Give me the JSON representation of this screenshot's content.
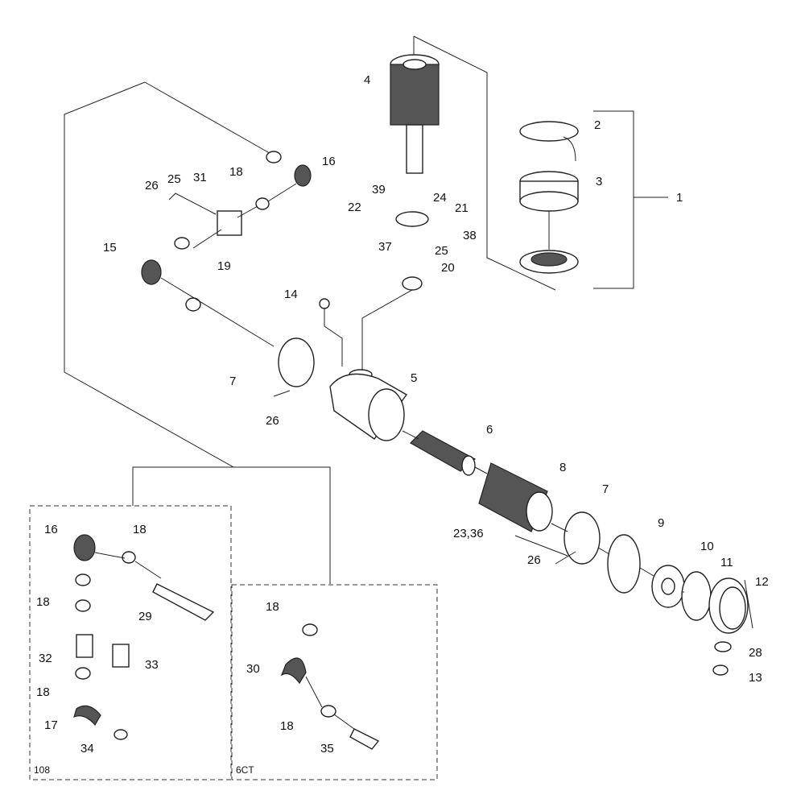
{
  "diagram": {
    "part_labels": {
      "p1": "1",
      "p2": "2",
      "p3": "3",
      "p4": "4",
      "p5": "5",
      "p6": "6",
      "p7a": "7",
      "p7b": "7",
      "p8": "8",
      "p9": "9",
      "p10": "10",
      "p11": "11",
      "p12": "12",
      "p13": "13",
      "p14": "14",
      "p15": "15",
      "p16a": "16",
      "p16b": "16",
      "p17": "17",
      "p18a": "18",
      "p18b": "18",
      "p18c": "18",
      "p18d": "18",
      "p18e": "18",
      "p18f": "18",
      "p19": "19",
      "p20": "20",
      "p21": "21",
      "p22": "22",
      "p2336": "23,36",
      "p24": "24",
      "p25a": "25",
      "p25b": "25",
      "p26a": "26",
      "p26b": "26",
      "p26c": "26",
      "p28": "28",
      "p29": "29",
      "p30": "30",
      "p31": "31",
      "p32": "32",
      "p33": "33",
      "p34": "34",
      "p35": "35",
      "p37": "37",
      "p38": "38",
      "p39": "39"
    },
    "variant_labels": {
      "left_box": "108",
      "right_box": "6CT"
    }
  }
}
